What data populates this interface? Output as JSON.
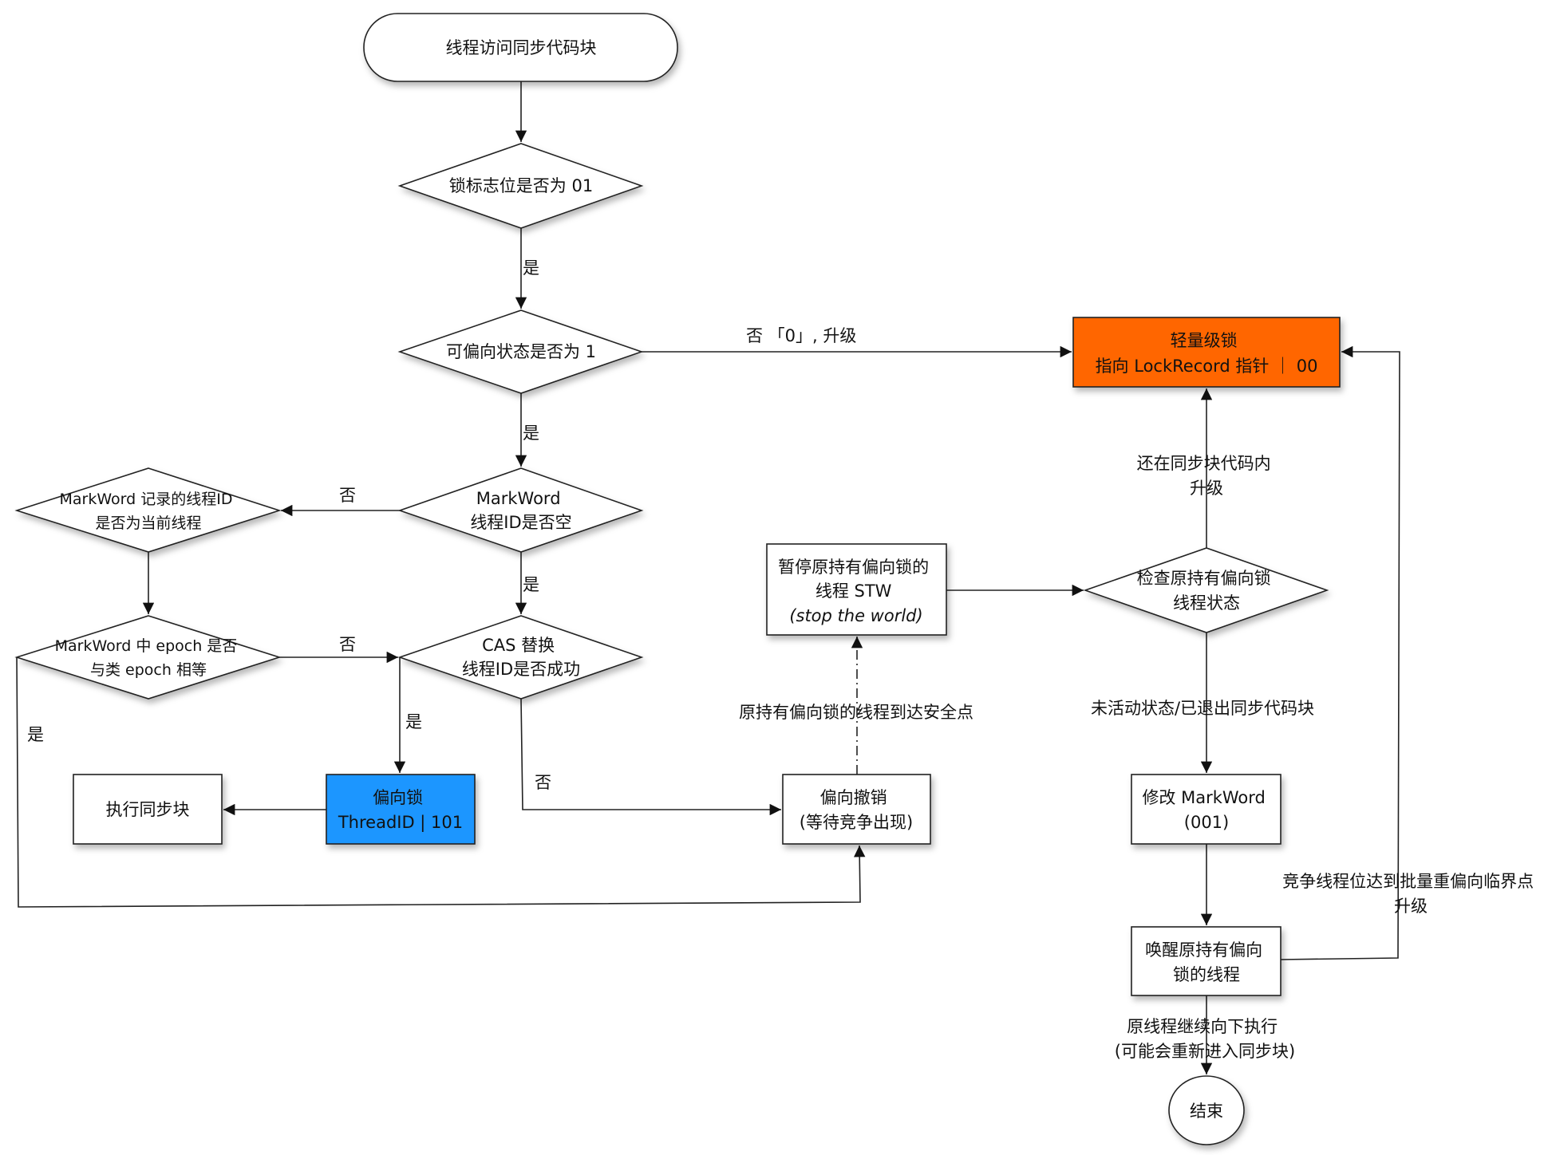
{
  "title": "偏向锁获取与撤销流程",
  "colors": {
    "lightweight_lock_fill": "#FF6600",
    "biased_lock_fill": "#1E96FF",
    "stroke": "#222222",
    "background": "#FFFFFF"
  },
  "nodes": {
    "start": {
      "type": "terminal",
      "lines": [
        "线程访问同步代码块"
      ]
    },
    "check_lock_flag": {
      "type": "decision",
      "lines": [
        "锁标志位是否为 01"
      ]
    },
    "check_biasable": {
      "type": "decision",
      "lines": [
        "可偏向状态是否为 1"
      ]
    },
    "check_threadid_empty": {
      "type": "decision",
      "lines": [
        "MarkWord",
        "线程ID是否空"
      ]
    },
    "check_current_thread": {
      "type": "decision",
      "lines": [
        "MarkWord 记录的线程ID",
        "是否为当前线程"
      ]
    },
    "check_epoch": {
      "type": "decision",
      "lines": [
        "MarkWord 中 epoch 是否",
        "与类 epoch 相等"
      ]
    },
    "cas_replace": {
      "type": "decision",
      "lines": [
        "CAS 替换",
        "线程ID是否成功"
      ]
    },
    "execute_sync_block": {
      "type": "process",
      "lines": [
        "执行同步块"
      ]
    },
    "biased_lock": {
      "type": "process",
      "lines": [
        "偏向锁",
        "ThreadID | 101"
      ]
    },
    "bias_revoke": {
      "type": "process",
      "lines": [
        "偏向撤销",
        "(等待竞争出现)"
      ]
    },
    "pause_stw": {
      "type": "process",
      "lines": [
        "暂停原持有偏向锁的",
        "线程 STW",
        "(stop the world)"
      ]
    },
    "lightweight_lock": {
      "type": "process",
      "lines": [
        "轻量级锁",
        "指向 LockRecord 指针 ｜ 00"
      ]
    },
    "check_holder_state": {
      "type": "decision",
      "lines": [
        "检查原持有偏向锁",
        "线程状态"
      ]
    },
    "modify_markword": {
      "type": "process",
      "lines": [
        "修改 MarkWord",
        "(001)"
      ]
    },
    "wake_holder": {
      "type": "process",
      "lines": [
        "唤醒原持有偏向",
        "锁的线程"
      ]
    },
    "end": {
      "type": "terminal",
      "lines": [
        "结束"
      ]
    }
  },
  "edges": [
    {
      "from": "start",
      "to": "check_lock_flag",
      "label": []
    },
    {
      "from": "check_lock_flag",
      "to": "check_biasable",
      "label": [
        "是"
      ]
    },
    {
      "from": "check_biasable",
      "to": "lightweight_lock",
      "label": [
        "否 「0」, 升级"
      ]
    },
    {
      "from": "check_biasable",
      "to": "check_threadid_empty",
      "label": [
        "是"
      ]
    },
    {
      "from": "check_threadid_empty",
      "to": "check_current_thread",
      "label": [
        "否"
      ]
    },
    {
      "from": "check_threadid_empty",
      "to": "cas_replace",
      "label": [
        "是"
      ]
    },
    {
      "from": "check_current_thread",
      "to": "check_epoch",
      "label": []
    },
    {
      "from": "check_epoch",
      "to": "cas_replace",
      "label": [
        "否"
      ]
    },
    {
      "from": "check_epoch",
      "to": "bias_revoke",
      "label": [
        "是"
      ]
    },
    {
      "from": "cas_replace",
      "to": "biased_lock",
      "label": [
        "是"
      ]
    },
    {
      "from": "cas_replace",
      "to": "bias_revoke",
      "label": [
        "否"
      ]
    },
    {
      "from": "biased_lock",
      "to": "execute_sync_block",
      "label": []
    },
    {
      "from": "bias_revoke",
      "to": "pause_stw",
      "label": [
        "原持有偏向锁的线程到达安全点"
      ],
      "style": "dash-dot"
    },
    {
      "from": "pause_stw",
      "to": "check_holder_state",
      "label": []
    },
    {
      "from": "check_holder_state",
      "to": "lightweight_lock",
      "label": [
        "还在同步块代码内",
        "升级"
      ]
    },
    {
      "from": "check_holder_state",
      "to": "modify_markword",
      "label": [
        "未活动状态/已退出同步代码块"
      ]
    },
    {
      "from": "modify_markword",
      "to": "wake_holder",
      "label": []
    },
    {
      "from": "wake_holder",
      "to": "lightweight_lock",
      "label": [
        "竞争线程位达到批量重偏向临界点",
        "升级"
      ]
    },
    {
      "from": "wake_holder",
      "to": "end",
      "label": [
        "原线程继续向下执行",
        "(可能会重新进入同步块)"
      ]
    }
  ]
}
